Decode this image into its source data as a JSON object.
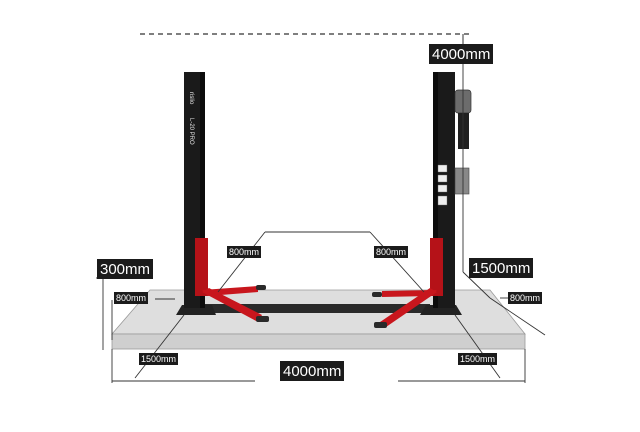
{
  "dimensions": {
    "top_height": "4000mm",
    "lift_height": "300mm",
    "arm_left": "800mm",
    "arm_right": "800mm",
    "side_left": "800mm",
    "side_right": "800mm",
    "column_depth": "1500mm",
    "bottom_left": "1500mm",
    "bottom_right": "1500mm",
    "total_width": "4000mm"
  },
  "column_branding": {
    "left_model": "L-20 PRO",
    "left_brand": "rislio"
  },
  "colors": {
    "column": "#1a1a1a",
    "arm": "#c8161d",
    "floor_top": "#dcdcdc",
    "floor_front": "#cccccc",
    "label_bg": "#1b1b1b"
  }
}
